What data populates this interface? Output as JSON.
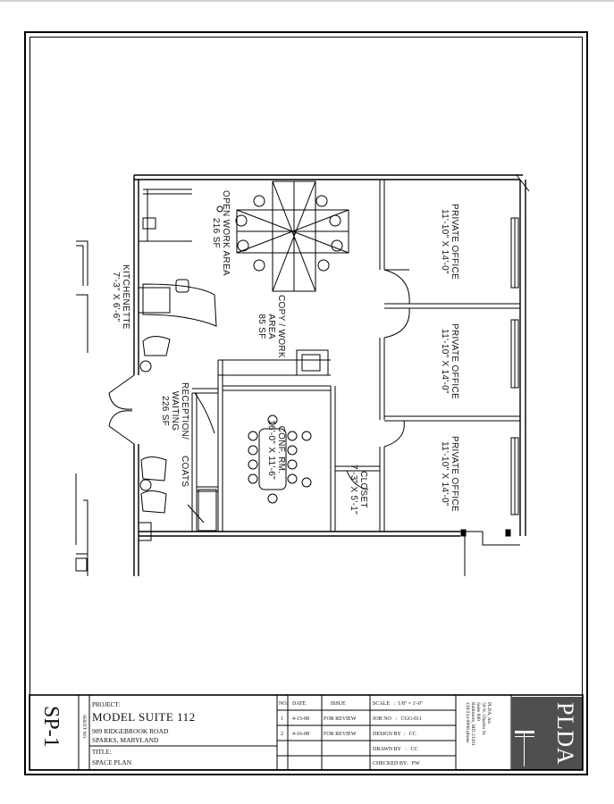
{
  "sheet": {
    "sheet_no_label": "SHEET NO.",
    "sheet_no": "SP-1"
  },
  "project": {
    "label": "PROJECT:",
    "name": "MODEL SUITE 112",
    "address1": "909 RIDGEBROOK ROAD",
    "address2": "SPARKS, MARYLAND",
    "title_label": "TITLE:",
    "title": "SPACE PLAN"
  },
  "revisions": {
    "headers": [
      "NO.",
      "DATE",
      "ISSUE"
    ],
    "rows": [
      {
        "no": "1",
        "date": "4-15-08",
        "issue": "FOR REVIEW"
      },
      {
        "no": "2",
        "date": "4-16-08",
        "issue": "FOR REVIEW"
      }
    ]
  },
  "info": {
    "scale": "SCALE   :  1/8\" = 1'-0\"",
    "job": "JOB NO   :   CGG-011",
    "design": "DESIGN BY  :   CC",
    "drawn": "DRAWN BY   :   CC",
    "checked": "CHECKED BY:   PW"
  },
  "firm": {
    "name": "PLDA, Inc.",
    "street": "59 N. Charles St.",
    "suite": "Suite 600",
    "city": "Baltimore, MD 21201",
    "phone": "410/234-8998 phone",
    "logo": "PLDA"
  },
  "rooms": {
    "kitchenette": [
      "KITCHENETTE",
      "7'-3\" X 6'-6\""
    ],
    "open_work": [
      "OPEN WORK AREA",
      "216 SF"
    ],
    "copy_work": [
      "COPY / WORK",
      "AREA",
      "85 SF"
    ],
    "reception": [
      "RECEPTION/",
      "WAITING",
      "226 SF"
    ],
    "coats": "COATS",
    "conf": [
      "CONF. RM.",
      "16'-0\" X 11'-6\""
    ],
    "closet": [
      "CLOSET",
      "7'-3\" X 5'-1\""
    ],
    "office1": [
      "PRIVATE OFFICE",
      "11'-10\" X 14'-0\""
    ],
    "office2": [
      "PRIVATE OFFICE",
      "11'-10\" X 14'-0\""
    ],
    "office3": [
      "PRIVATE OFFICE",
      "11'-10\" X 14'-0\""
    ]
  }
}
